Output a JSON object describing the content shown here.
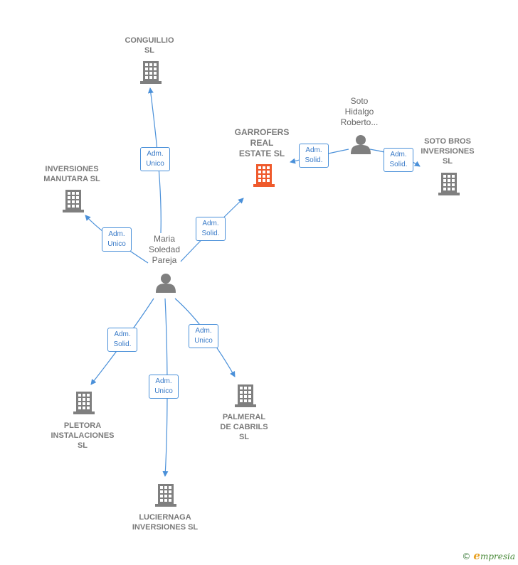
{
  "colors": {
    "company": "#7f7f7f",
    "company_main": "#ef5a2c",
    "person": "#7f7f7f",
    "edge": "#4a90d9"
  },
  "companies": {
    "conguillio": "CONGUILLIO\nSL",
    "inversiones_manutara": "INVERSIONES\nMANUTARA  SL",
    "garrofers": "GARROFERS\nREAL\nESTATE  SL",
    "soto_bros": "SOTO BROS\nINVERSIONES\nSL",
    "pletora": "PLETORA\nINSTALACIONES\nSL",
    "palmeral": "PALMERAL\nDE CABRILS\nSL",
    "luciernaga": "LUCIERNAGA\nINVERSIONES SL"
  },
  "people": {
    "maria": "Maria\nSoledad\nPareja",
    "soto": "Soto\nHidalgo\nRoberto..."
  },
  "edges": {
    "conguillio": "Adm.\nUnico",
    "manutara": "Adm.\nUnico",
    "garrofers_maria": "Adm.\nSolid.",
    "garrofers_soto": "Adm.\nSolid.",
    "soto_bros": "Adm.\nSolid.",
    "pletora": "Adm.\nSolid.",
    "luciernaga": "Adm.\nUnico",
    "palmeral": "Adm.\nUnico"
  },
  "brand": {
    "copyright": "©",
    "initial": "e",
    "rest": "mpresia"
  }
}
